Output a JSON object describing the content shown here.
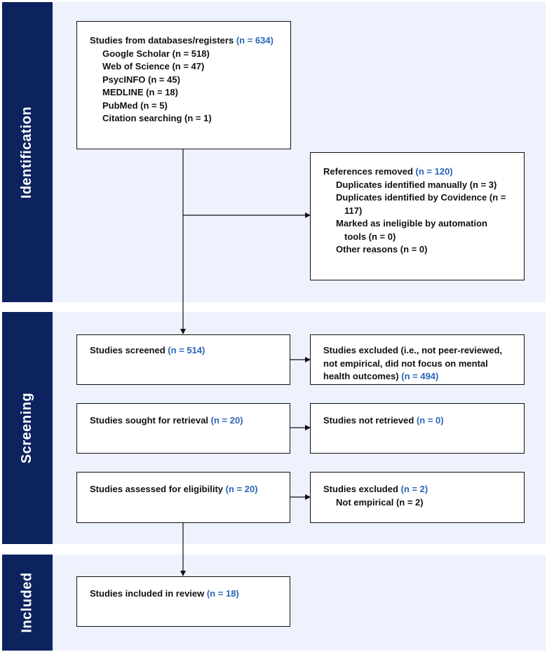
{
  "phases": {
    "identification": "Identification",
    "screening": "Screening",
    "included": "Included"
  },
  "boxes": {
    "databases": {
      "title": "Studies from databases/registers",
      "count": "(n = 634)",
      "items": [
        "Google Scholar (n = 518)",
        "Web of Science (n = 47)",
        "PsycINFO (n = 45)",
        "MEDLINE (n = 18)",
        "PubMed (n = 5)",
        "Citation searching (n = 1)"
      ]
    },
    "removed": {
      "title": "References removed",
      "count": "(n = 120)",
      "items": [
        {
          "line1": "Duplicates identified manually (n = 3)",
          "line2": ""
        },
        {
          "line1": "Duplicates identified by Covidence (n =",
          "line2": "117)"
        },
        {
          "line1": "Marked as ineligible by automation",
          "line2": "tools (n = 0)"
        },
        {
          "line1": "Other reasons (n = 0)",
          "line2": ""
        }
      ]
    },
    "screened": {
      "title": "Studies screened",
      "count": "(n = 514)"
    },
    "excluded_screen": {
      "title": "Studies excluded (i.e., not peer-reviewed, not empirical, did not focus on mental health outcomes)",
      "count": "(n = 494)"
    },
    "sought": {
      "title": "Studies sought for retrieval",
      "count": "(n = 20)"
    },
    "not_retrieved": {
      "title": "Studies not retrieved",
      "count": "(n = 0)"
    },
    "assessed": {
      "title": "Studies assessed for eligibility",
      "count": "(n = 20)"
    },
    "excluded_elig": {
      "title": "Studies excluded",
      "count": "(n = 2)",
      "items": [
        "Not empirical (n = 2)"
      ]
    },
    "included": {
      "title": "Studies included in review",
      "count": "(n = 18)"
    }
  },
  "colors": {
    "sidebar": "#0d2360",
    "band": "#eef2fd",
    "count_accent": "#2a64b8"
  }
}
